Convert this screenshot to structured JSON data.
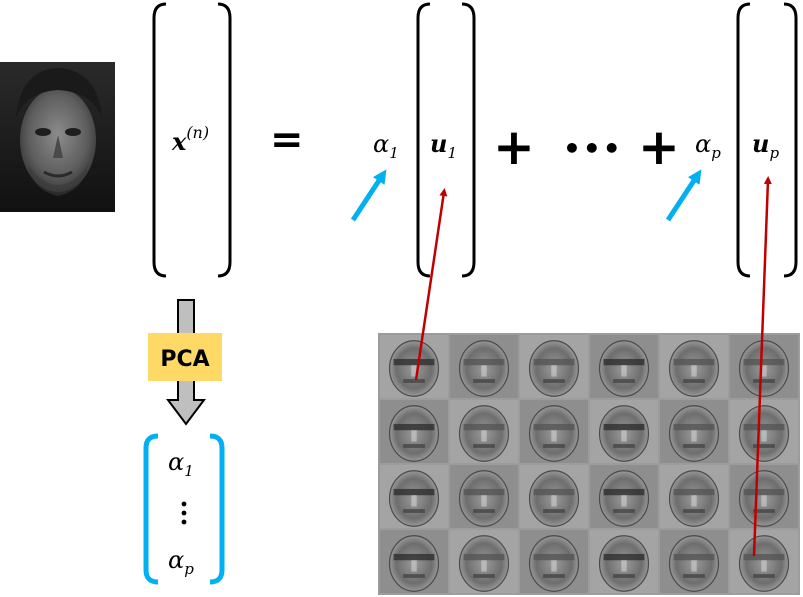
{
  "equation": {
    "lhs": {
      "symbol": "x",
      "superscript": "(n)"
    },
    "equals": "=",
    "term1": {
      "coef": "α",
      "coef_sub": "1",
      "vec": "u",
      "vec_sub": "1"
    },
    "plus1": "+",
    "ellipsis": "•••",
    "plus2": "+",
    "termp": {
      "coef": "α",
      "coef_sub": "p",
      "vec": "u",
      "vec_sub": "p"
    }
  },
  "pca": {
    "label": "PCA",
    "box_color": "#ffd966",
    "arrow_color": "#bfbfbf"
  },
  "output": {
    "top": {
      "symbol": "α",
      "sub": "1"
    },
    "dots": "⋮",
    "bottom": {
      "symbol": "α",
      "sub": "p"
    },
    "bracket_color": "#00b0f0"
  },
  "colors": {
    "blue_arrow": "#00b0f0",
    "red_arrow": "#c00000",
    "bracket": "#000000"
  },
  "images": {
    "input_face": "face-photo",
    "eigenfaces_grid": {
      "rows": 4,
      "cols": 6
    }
  }
}
